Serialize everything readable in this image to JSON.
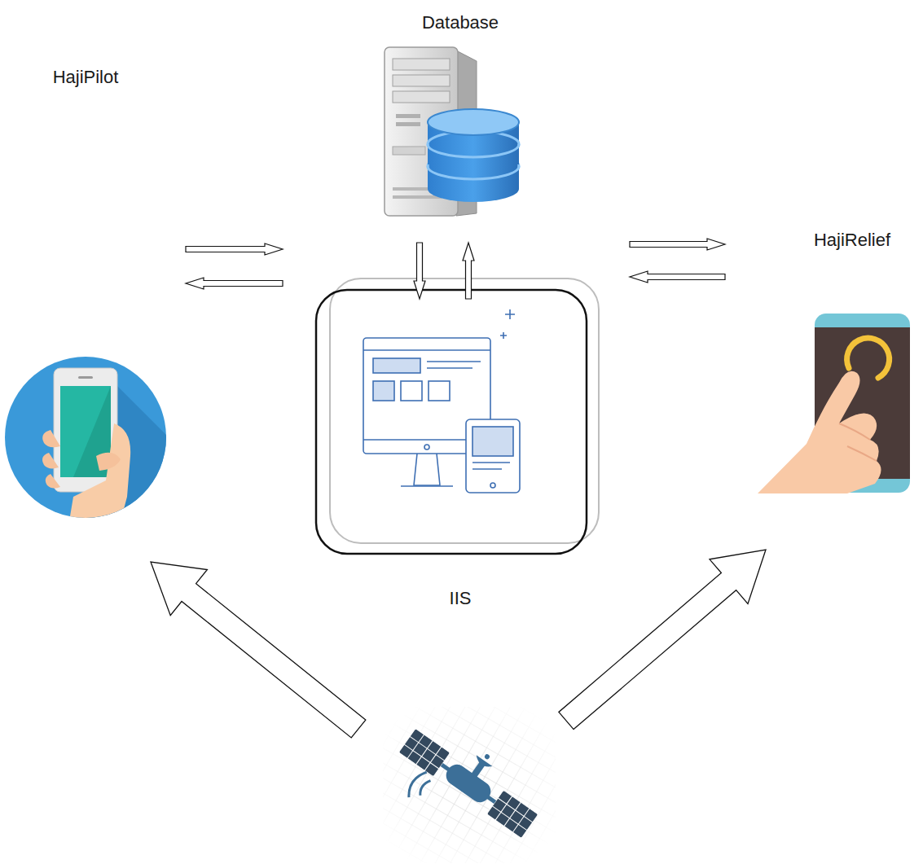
{
  "diagram": {
    "nodes": [
      {
        "text": [
          "Database"
        ]
      },
      {
        "text": [
          "HajiPilot"
        ]
      },
      {
        "text": [
          "IIS"
        ]
      },
      {
        "text": [
          "HajiRelief"
        ]
      }
    ],
    "edges": [
      {
        "from": 0,
        "to": 2,
        "arrow": "to"
      },
      {
        "from": 2,
        "to": 0,
        "arrow": "to"
      },
      {
        "from": 1,
        "to": 2,
        "arrow": "to"
      },
      {
        "from": 2,
        "to": 1,
        "arrow": "to"
      },
      {
        "from": 2,
        "to": 3,
        "arrow": "to"
      },
      {
        "from": 3,
        "to": 2,
        "arrow": "to"
      }
    ]
  }
}
